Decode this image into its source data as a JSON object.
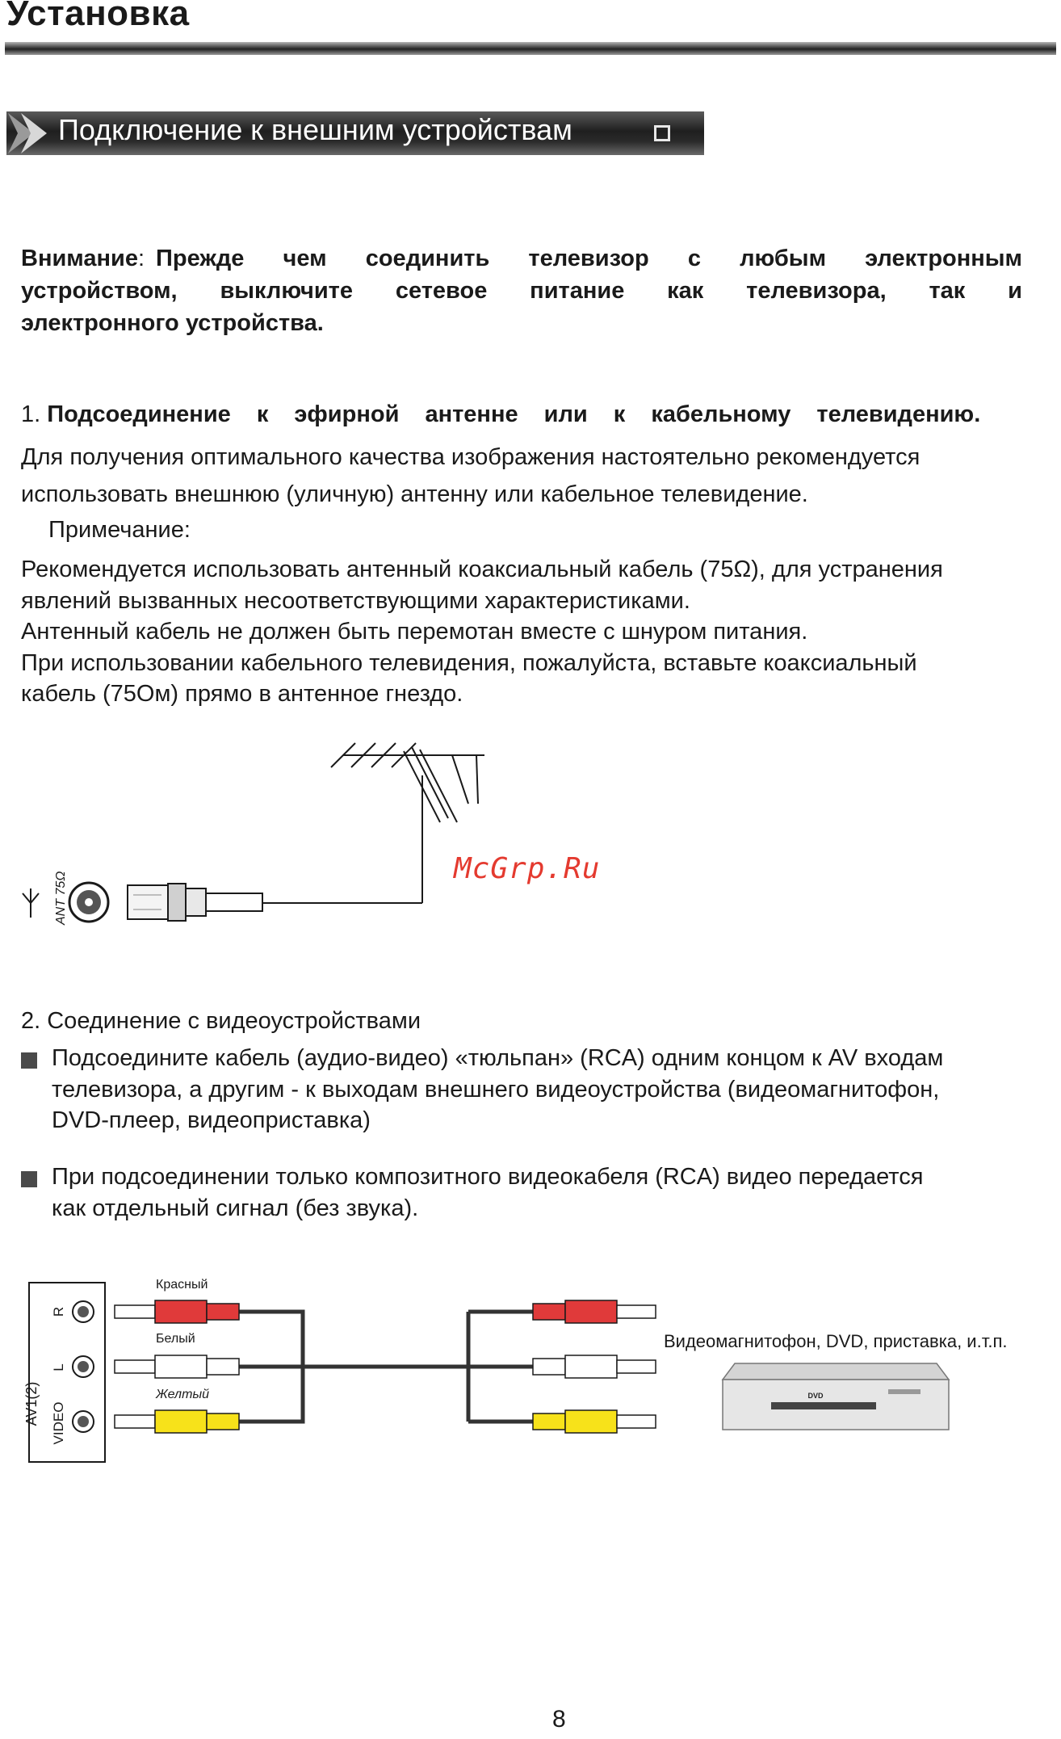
{
  "header": {
    "title": "Установка",
    "section": "Подключение к внешним устройствам"
  },
  "warning": {
    "label": "Внимание",
    "line1_rest": "Прежде чем соединить телевизор с любым электронным",
    "line2": "устройством, выключите сетевое питание как телевизора, так и",
    "line3": "электронного устройства."
  },
  "step1": {
    "number": "1.",
    "heading": "Подсоединение к эфирной антенне или к кабельному телевидению.",
    "intro_line1": "Для получения оптимального качества изображения настоятельно рекомендуется",
    "intro_line2": "использовать внешнюю (уличную) антенну или кабельное телевидение.",
    "note_label": "Примечание:",
    "note_line1": "Рекомендуется использовать антенный коаксиальный кабель (75Ω),  для устранения",
    "note_line2": "явлений вызванных несоответствующими характеристиками.",
    "note_line3": "Антенный кабель не должен быть перемотан вместе с шнуром питания.",
    "note_line4": "При использовании кабельного телевидения, пожалуйста, вставьте коаксиальный",
    "note_line5": "кабель (75Ом) прямо в антенное гнездо.",
    "diagram": {
      "jack_label": "ANT 75Ω",
      "watermark": "McGrp.Ru"
    }
  },
  "step2": {
    "heading": "2. Соединение с видеоустройствами",
    "bullet1_line1": "Подсоедините кабель (аудио-видео) «тюльпан» (RCA) одним концом к AV входам",
    "bullet1_line2": "телевизора, а другим  - к выходам внешнего видеоустройства (видеомагнитофон,",
    "bullet1_line3": "DVD-плеер, видеоприставка)",
    "bullet2_line1": "При подсоединении только композитного видеокабеля (RCA) видео передается",
    "bullet2_line2": "как отдельный сигнал (без звука).",
    "diagram": {
      "panel_label": "AV1(2)",
      "jack_r": "R",
      "jack_l": "L",
      "jack_video": "VIDEO",
      "label_red": "Красный",
      "label_white": "Белый",
      "label_yellow": "Желтый",
      "device_label": "Видеомагнитофон, DVD, приставка, и.т.п.",
      "dvd_logo": "DVD",
      "colors": {
        "red": "#e03a3a",
        "white": "#ffffff",
        "yellow": "#f7e21a",
        "cable": "#333333"
      }
    }
  },
  "footer": {
    "page_number": "8"
  }
}
